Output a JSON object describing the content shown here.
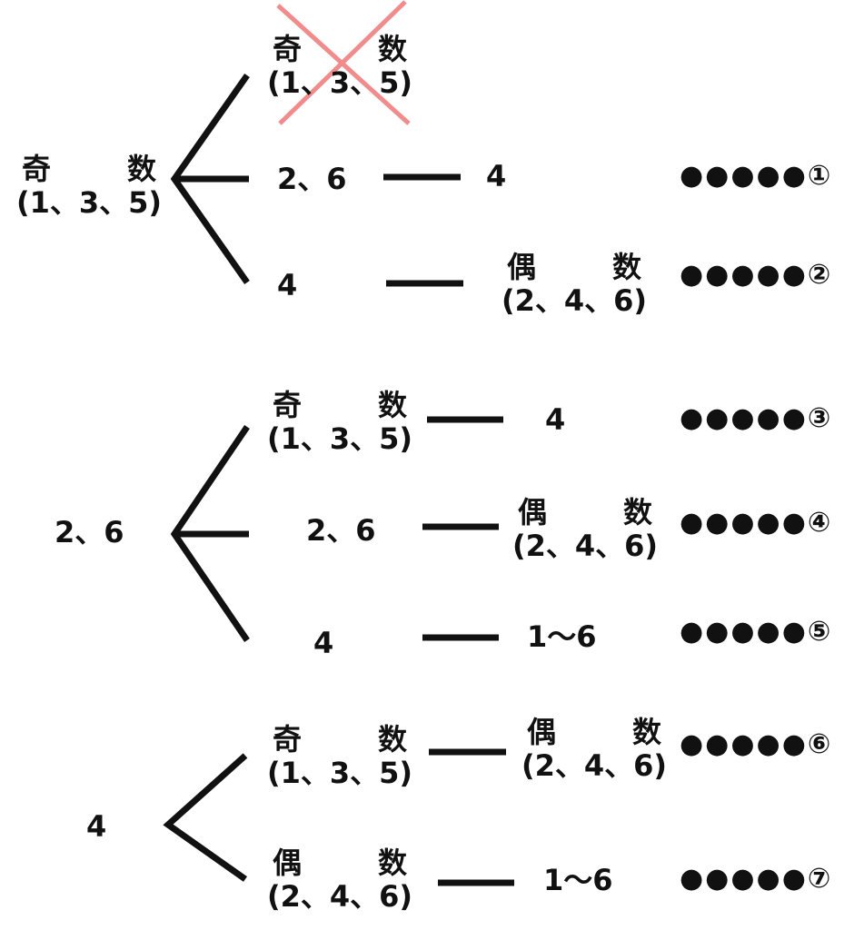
{
  "labels": {
    "odd": "奇",
    "even": "偶",
    "num": "数",
    "odd_set": "(1、3、5)",
    "even_set": "(2、4、6)",
    "two_six": "2、6",
    "four": "4",
    "one_to_six": "1〜6",
    "dots": "●●●●●"
  },
  "outcomes": [
    "①",
    "②",
    "③",
    "④",
    "⑤",
    "⑥",
    "⑦"
  ],
  "colors": {
    "line": "#111111",
    "cross": "#f08c8c"
  }
}
